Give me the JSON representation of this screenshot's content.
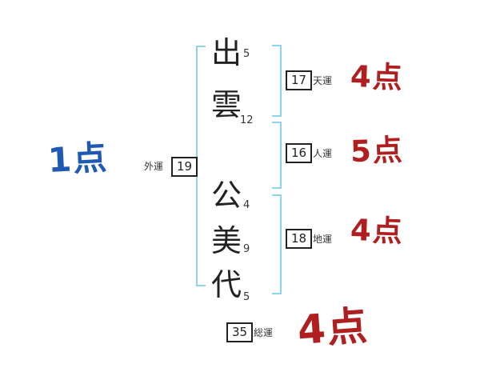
{
  "name": {
    "characters": [
      {
        "char": "出",
        "strokes": "5"
      },
      {
        "char": "雲",
        "strokes": "12"
      },
      {
        "char": "公",
        "strokes": "4"
      },
      {
        "char": "美",
        "strokes": "9"
      },
      {
        "char": "代",
        "strokes": "5"
      }
    ]
  },
  "fortunes": {
    "tenun": {
      "label": "天運",
      "value": "17",
      "score": "4点"
    },
    "jinun": {
      "label": "人運",
      "value": "16",
      "score": "5点"
    },
    "chiun": {
      "label": "地運",
      "value": "18",
      "score": "4点"
    },
    "gaiun": {
      "label": "外運",
      "value": "19",
      "score": "1点"
    },
    "soun": {
      "label": "総運",
      "value": "35",
      "score": "4点"
    }
  },
  "colors": {
    "score-red": "#b01f1f",
    "score-blue": "#1e5ab4",
    "bracket-blue": "#8fd3ec",
    "ink": "#222222"
  }
}
